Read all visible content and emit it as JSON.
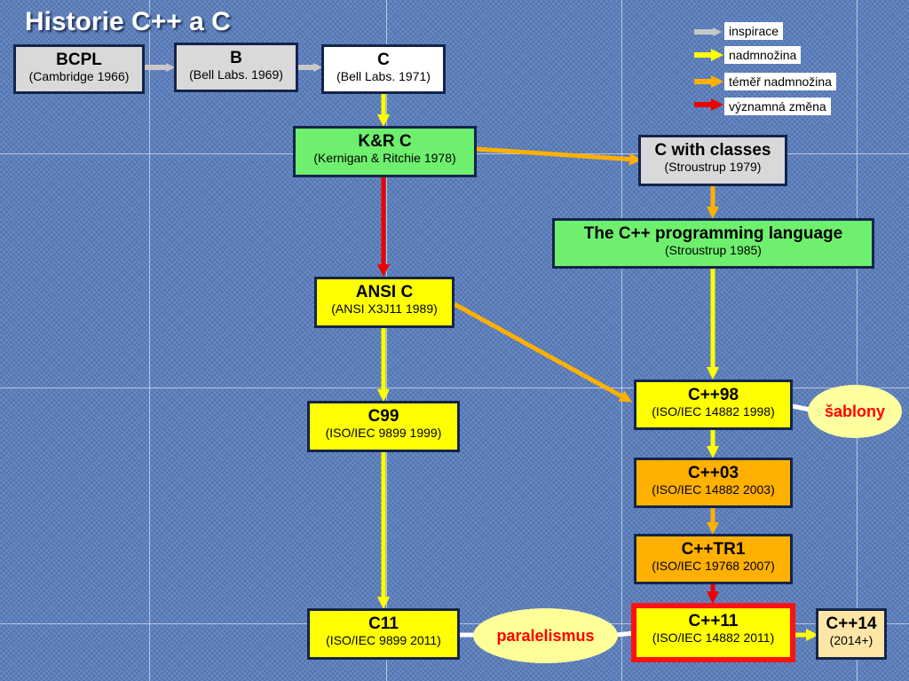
{
  "title": "Historie C++ a C",
  "legend": [
    {
      "label": "inspirace",
      "color": "#c8c8c8"
    },
    {
      "label": "nadmnožina",
      "color": "#ffff00"
    },
    {
      "label": "téměř nadmnožina",
      "color": "#ffb000"
    },
    {
      "label": "významná změna",
      "color": "#ee0000"
    }
  ],
  "nodes": {
    "bcpl": {
      "name": "BCPL",
      "sub": "(Cambridge 1966)"
    },
    "b": {
      "name": "B",
      "sub": "(Bell Labs. 1969)"
    },
    "c": {
      "name": "C",
      "sub": "(Bell Labs. 1971)"
    },
    "krc": {
      "name": "K&R C",
      "sub": "(Kernigan & Ritchie 1978)"
    },
    "cwc": {
      "name": "C with classes",
      "sub": "(Stroustrup 1979)"
    },
    "cppl": {
      "name": "The C++ programming language",
      "sub": "(Stroustrup 1985)"
    },
    "ansic": {
      "name": "ANSI C",
      "sub": "(ANSI X3J11 1989)"
    },
    "c99": {
      "name": "C99",
      "sub": "(ISO/IEC 9899 1999)"
    },
    "cpp98": {
      "name": "C++98",
      "sub": "(ISO/IEC 14882 1998)"
    },
    "cpp03": {
      "name": "C++03",
      "sub": "(ISO/IEC 14882 2003)"
    },
    "cpptr1": {
      "name": "C++TR1",
      "sub": "(ISO/IEC 19768 2007)"
    },
    "c11": {
      "name": "C11",
      "sub": "(ISO/IEC 9899 2011)"
    },
    "cpp11": {
      "name": "C++11",
      "sub": "(ISO/IEC 14882 2011)"
    },
    "cpp14": {
      "name": "C++14",
      "sub": "(2014+)"
    }
  },
  "notes": {
    "sablony": "šablony",
    "paralelismus": "paralelismus"
  },
  "colors": {
    "inspirace": "#c8c8c8",
    "nadmnozina": "#ffff00",
    "temer_nadmnozina": "#ffb000",
    "vyznamna_zmena": "#ee0000"
  }
}
